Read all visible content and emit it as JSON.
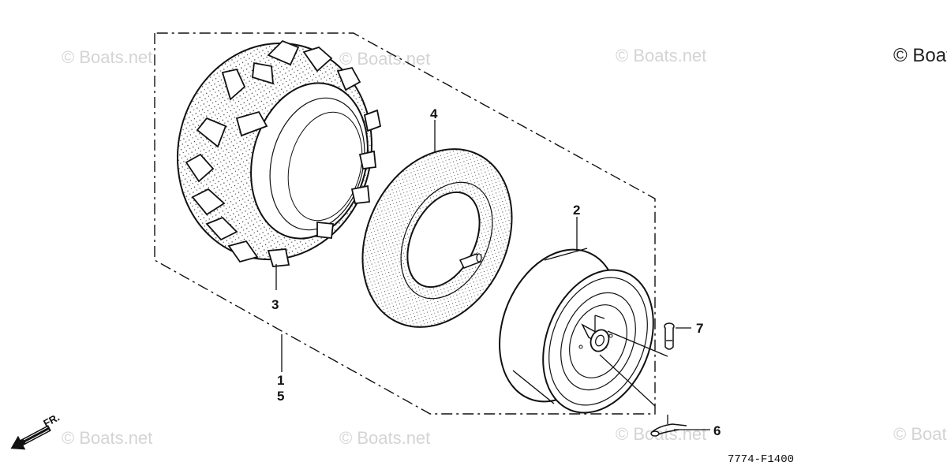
{
  "watermarks": [
    "© Boats.net",
    "© Boats.net",
    "© Boats.net",
    "© Boats.net",
    "© Boats.net",
    "© Boats.net",
    "© Boats.net",
    "© Boats.net"
  ],
  "callouts": {
    "c1": "1",
    "c2": "2",
    "c3": "3",
    "c4": "4",
    "c5": "5",
    "c6": "6",
    "c7": "7"
  },
  "direction_label": "FR.",
  "diagram_code": "7774-F1400",
  "colors": {
    "line": "#111111",
    "watermark": "#d4d4d4",
    "background": "#ffffff"
  }
}
